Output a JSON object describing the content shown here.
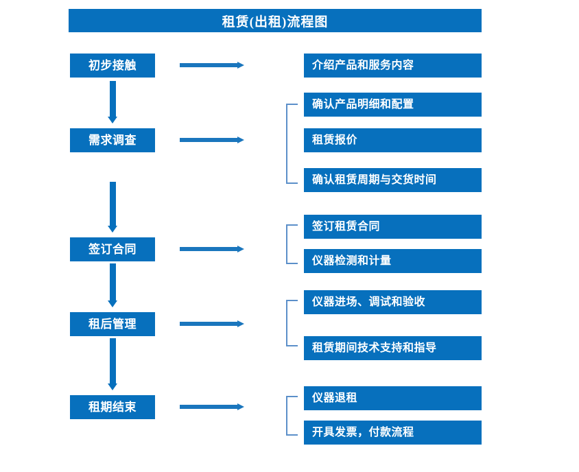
{
  "title": "租赁(出租)流程图",
  "colors": {
    "box_blue": "#0770bd",
    "arrow_blue": "#1a76bd",
    "bracket_blue": "#5b8fc9",
    "text_white": "#ffffff",
    "background": "#ffffff"
  },
  "rows": [
    {
      "stage": "初步接触",
      "tasks": [
        "介绍产品和服务内容"
      ],
      "bracket": false
    },
    {
      "stage": "需求调查",
      "tasks": [
        "确认产品明细和配置",
        "租赁报价",
        "确认租赁周期与交货时间"
      ],
      "bracket": true
    },
    {
      "stage": "签订合同",
      "tasks": [
        "签订租赁合同",
        "仪器检测和计量"
      ],
      "bracket": true
    },
    {
      "stage": "租后管理",
      "tasks": [
        "仪器进场、调试和验收",
        "租赁期间技术支持和指导"
      ],
      "bracket": true
    },
    {
      "stage": "租期结束",
      "tasks": [
        "仪器退租",
        "开具发票，付款流程"
      ],
      "bracket": true
    }
  ],
  "stages": {
    "s0": "初步接触",
    "s1": "需求调查",
    "s2": "签订合同",
    "s3": "租后管理",
    "s4": "租期结束"
  },
  "tasks": {
    "t0": "介绍产品和服务内容",
    "t1": "确认产品明细和配置",
    "t2": "租赁报价",
    "t3": "确认租赁周期与交货时间",
    "t4": "签订租赁合同",
    "t5": "仪器检测和计量",
    "t6": "仪器进场、调试和验收",
    "t7": "租赁期间技术支持和指导",
    "t8": "仪器退租",
    "t9": "开具发票，付款流程"
  },
  "connectors": {
    "flow_arrow_label": "flow-arrow",
    "down_arrow_label": "down-arrow",
    "bracket_label": "group-bracket"
  }
}
